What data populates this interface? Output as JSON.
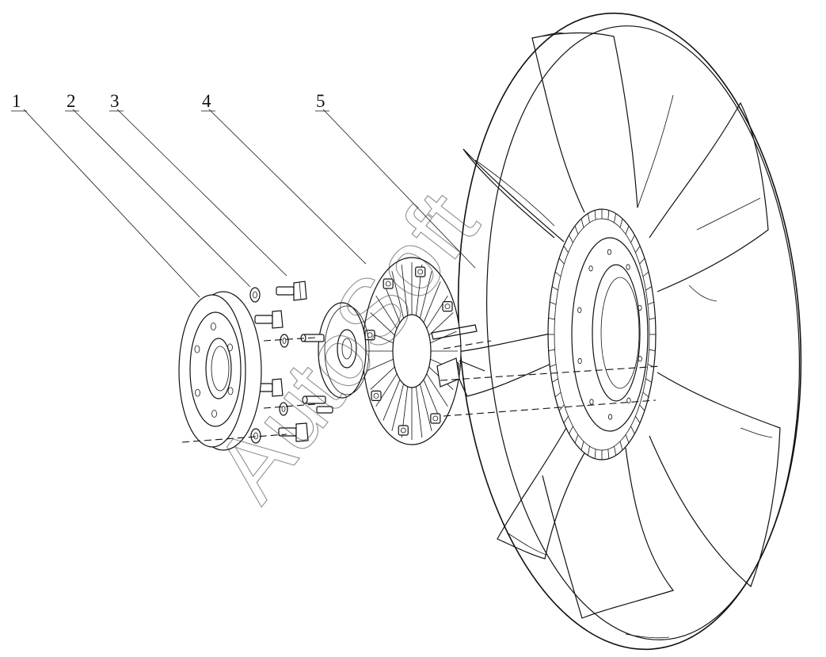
{
  "callouts": [
    {
      "label": "1"
    },
    {
      "label": "2"
    },
    {
      "label": "3"
    },
    {
      "label": "4"
    },
    {
      "label": "5"
    }
  ],
  "watermark": {
    "text": "AutoSoft"
  },
  "parts": {
    "1": "flange-spacer",
    "2": "washer",
    "3": "bolt",
    "4": "viscous-fan-clutch",
    "5": "fan-blade-assembly"
  }
}
